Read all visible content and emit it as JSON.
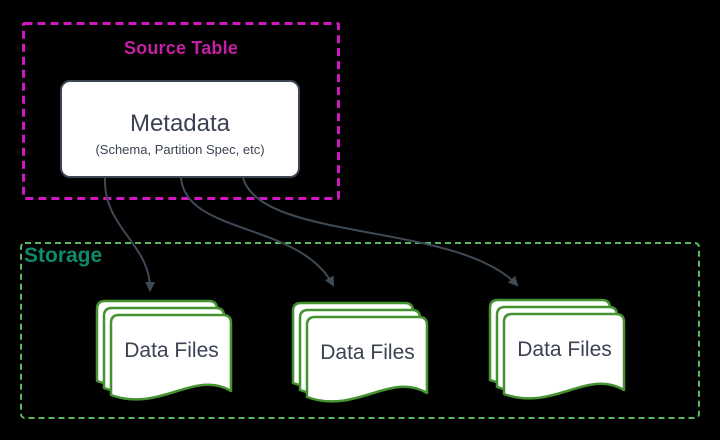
{
  "diagram": {
    "source_table": {
      "label": "Source Table",
      "metadata_node": {
        "title": "Metadata",
        "subtitle": "(Schema, Partition Spec, etc)"
      }
    },
    "storage": {
      "label": "Storage",
      "data_file_nodes": [
        {
          "label": "Data Files"
        },
        {
          "label": "Data Files"
        },
        {
          "label": "Data Files"
        }
      ]
    },
    "colors": {
      "background": "#000000",
      "source_table_border": "#d118c0",
      "source_table_label": "#c61fa4",
      "storage_border": "#5cb85f",
      "storage_label": "#0e8a6d",
      "node_border": "#3d4654",
      "node_bg": "#ffffff",
      "node_text": "#3b4253",
      "document_border": "#459230",
      "arrow": "#3e4a56"
    }
  }
}
